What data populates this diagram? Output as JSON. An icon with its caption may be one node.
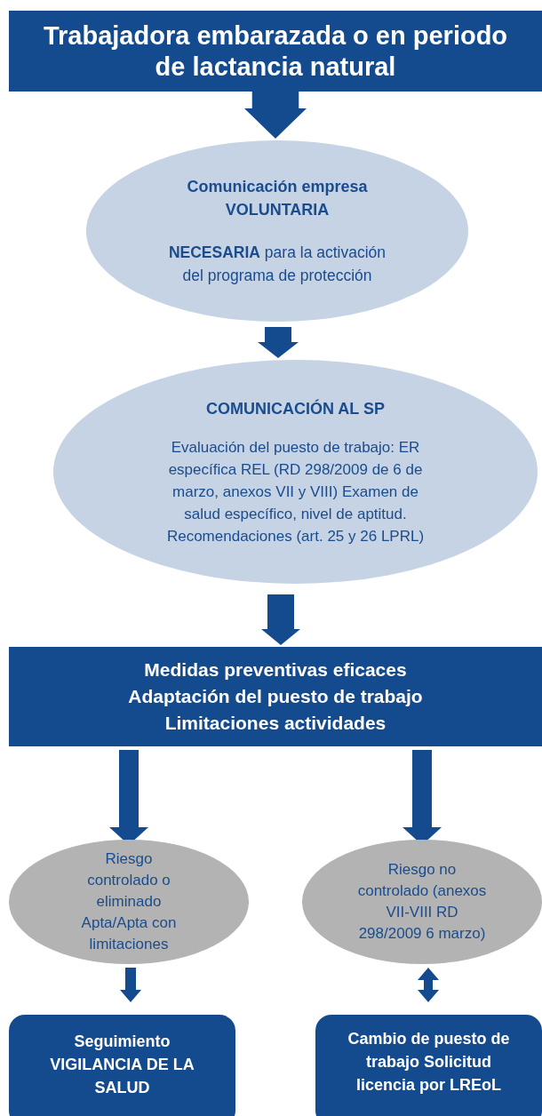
{
  "diagram": {
    "nodes": [
      {
        "text": [
          "Trabajadora embarazada o en periodo de lactancia natural"
        ]
      },
      {
        "text": [
          "Comunicación empresa VOLUNTARIA",
          "**NECESARIA** para la activación del programa de protección"
        ]
      },
      {
        "text": [
          "COMUNICACIÓN AL SP",
          "Evaluación del puesto de trabajo: ER específica REL (RD 298/2009 de 6 de marzo, anexos VII y VIII) Examen de salud específico, nivel de aptitud. Recomendaciones (art. 25 y 26 LPRL)"
        ]
      },
      {
        "text": [
          "Medidas preventivas eficaces",
          "Adaptación del puesto de trabajo",
          "Limitaciones actividades"
        ]
      },
      {
        "text": [
          "Riesgo controlado o eliminado Apta/Apta con limitaciones"
        ]
      },
      {
        "text": [
          "Riesgo no controlado (anexos VII-VIII RD 298/2009 6 marzo)"
        ]
      },
      {
        "text": [
          "Seguimiento VIGILANCIA DE LA SALUD"
        ]
      },
      {
        "text": [
          "Cambio de puesto de trabajo Solicitud licencia por LREoL"
        ]
      }
    ],
    "edges": [
      {
        "from": 0,
        "to": 1,
        "arrow": "to",
        "style": "thick"
      },
      {
        "from": 1,
        "to": 2,
        "arrow": "to"
      },
      {
        "from": 2,
        "to": 3,
        "arrow": "to"
      },
      {
        "from": 3,
        "to": 4,
        "arrow": "to"
      },
      {
        "from": 3,
        "to": 5,
        "arrow": "to"
      },
      {
        "from": 4,
        "to": 6,
        "arrow": "to"
      },
      {
        "from": 5,
        "to": 7,
        "arrow": "both"
      }
    ]
  }
}
